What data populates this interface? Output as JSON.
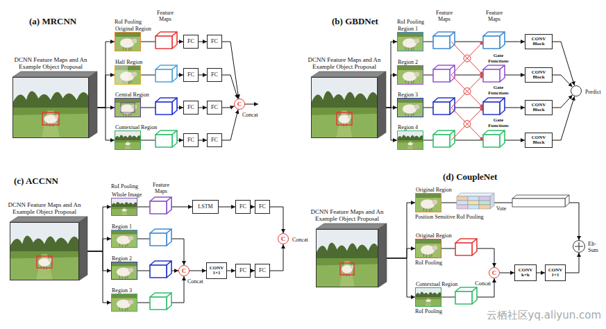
{
  "diagram": {
    "nodes": [
      {
        "text": [
          "DCNN Feature Maps and An Example Object Proposal"
        ]
      },
      {
        "text": [
          "Original Region"
        ]
      },
      {
        "text": [
          "Half Region"
        ]
      },
      {
        "text": [
          "Central Region"
        ]
      },
      {
        "text": [
          "Contextual Region"
        ]
      },
      {
        "text": [
          "FC"
        ]
      },
      {
        "text": [
          "FC"
        ]
      },
      {
        "text": [
          "FC"
        ]
      },
      {
        "text": [
          "FC"
        ]
      },
      {
        "text": [
          "FC"
        ]
      },
      {
        "text": [
          "FC"
        ]
      },
      {
        "text": [
          "FC"
        ]
      },
      {
        "text": [
          "FC"
        ]
      },
      {
        "text": [
          "C",
          "Concat"
        ]
      },
      {
        "text": [
          "DCNN Feature Maps and An Example Object Proposal"
        ]
      },
      {
        "text": [
          "Region 1"
        ]
      },
      {
        "text": [
          "Region 2"
        ]
      },
      {
        "text": [
          "Region 3"
        ]
      },
      {
        "text": [
          "Region 4"
        ]
      },
      {
        "text": [
          "CONV Block"
        ]
      },
      {
        "text": [
          "CONV Block"
        ]
      },
      {
        "text": [
          "CONV Block"
        ]
      },
      {
        "text": [
          "CONV Block"
        ]
      },
      {
        "text": [
          "Predict"
        ]
      },
      {
        "text": [
          "DCNN Feature Maps and An Example Object Proposal"
        ]
      },
      {
        "text": [
          "Whole Image"
        ]
      },
      {
        "text": [
          "Region 1"
        ]
      },
      {
        "text": [
          "Region 2"
        ]
      },
      {
        "text": [
          "Region 3"
        ]
      },
      {
        "text": [
          "LSTM"
        ]
      },
      {
        "text": [
          "FC"
        ]
      },
      {
        "text": [
          "FC"
        ]
      },
      {
        "text": [
          "C",
          "Concat"
        ]
      },
      {
        "text": [
          "CONV 1×1"
        ]
      },
      {
        "text": [
          "FC"
        ]
      },
      {
        "text": [
          "FC"
        ]
      },
      {
        "text": [
          "C",
          "Concat"
        ]
      },
      {
        "text": [
          "DCNN Feature Maps and An Example Object Proposal"
        ]
      },
      {
        "text": [
          "Original Region"
        ]
      },
      {
        "text": [
          "Original Region"
        ]
      },
      {
        "text": [
          "Contextual Region"
        ]
      },
      {
        "text": [
          "C",
          "Concat"
        ]
      },
      {
        "text": [
          "CONV k×k"
        ]
      },
      {
        "text": [
          "CONV 1×1"
        ]
      },
      {
        "text": [
          "Elt- Sum"
        ]
      }
    ],
    "edges": [
      {
        "from": 0,
        "to": 1,
        "arrow": "to"
      },
      {
        "from": 0,
        "to": 2,
        "arrow": "to"
      },
      {
        "from": 0,
        "to": 3,
        "arrow": "to"
      },
      {
        "from": 0,
        "to": 4,
        "arrow": "to"
      },
      {
        "from": 1,
        "to": 5,
        "arrow": "to"
      },
      {
        "from": 2,
        "to": 7,
        "arrow": "to"
      },
      {
        "from": 3,
        "to": 9,
        "arrow": "to"
      },
      {
        "from": 4,
        "to": 11,
        "arrow": "to"
      },
      {
        "from": 5,
        "to": 6,
        "arrow": "to"
      },
      {
        "from": 7,
        "to": 8,
        "arrow": "to"
      },
      {
        "from": 9,
        "to": 10,
        "arrow": "to"
      },
      {
        "from": 11,
        "to": 12,
        "arrow": "to"
      },
      {
        "from": 6,
        "to": 13,
        "arrow": "to"
      },
      {
        "from": 8,
        "to": 13,
        "arrow": "to"
      },
      {
        "from": 10,
        "to": 13,
        "arrow": "to"
      },
      {
        "from": 12,
        "to": 13,
        "arrow": "to"
      },
      {
        "from": 14,
        "to": 15,
        "arrow": "to"
      },
      {
        "from": 14,
        "to": 16,
        "arrow": "to"
      },
      {
        "from": 14,
        "to": 17,
        "arrow": "to"
      },
      {
        "from": 14,
        "to": 18,
        "arrow": "to"
      },
      {
        "from": 15,
        "to": 19,
        "arrow": "to"
      },
      {
        "from": 16,
        "to": 20,
        "arrow": "to"
      },
      {
        "from": 17,
        "to": 21,
        "arrow": "to"
      },
      {
        "from": 18,
        "to": 22,
        "arrow": "to"
      },
      {
        "from": 19,
        "to": 23,
        "arrow": "to"
      },
      {
        "from": 20,
        "to": 23,
        "arrow": "to"
      },
      {
        "from": 21,
        "to": 23,
        "arrow": "to"
      },
      {
        "from": 22,
        "to": 23,
        "arrow": "to"
      },
      {
        "from": 24,
        "to": 25,
        "arrow": "to"
      },
      {
        "from": 24,
        "to": 26,
        "arrow": "to"
      },
      {
        "from": 24,
        "to": 27,
        "arrow": "to"
      },
      {
        "from": 24,
        "to": 28,
        "arrow": "to"
      },
      {
        "from": 25,
        "to": 29,
        "arrow": "to"
      },
      {
        "from": 29,
        "to": 30,
        "arrow": "to"
      },
      {
        "from": 30,
        "to": 31,
        "arrow": "to"
      },
      {
        "from": 31,
        "to": 36,
        "arrow": "to"
      },
      {
        "from": 26,
        "to": 32,
        "arrow": "to"
      },
      {
        "from": 27,
        "to": 32,
        "arrow": "to"
      },
      {
        "from": 28,
        "to": 32,
        "arrow": "to"
      },
      {
        "from": 32,
        "to": 33,
        "arrow": "to"
      },
      {
        "from": 33,
        "to": 34,
        "arrow": "to"
      },
      {
        "from": 34,
        "to": 35,
        "arrow": "to"
      },
      {
        "from": 35,
        "to": 36,
        "arrow": "to"
      },
      {
        "from": 37,
        "to": 38,
        "arrow": "to"
      },
      {
        "from": 37,
        "to": 39,
        "arrow": "to"
      },
      {
        "from": 37,
        "to": 40,
        "arrow": "to"
      },
      {
        "from": 38,
        "to": 44,
        "arrow": "to"
      },
      {
        "from": 39,
        "to": 41,
        "arrow": "to"
      },
      {
        "from": 40,
        "to": 41,
        "arrow": "to"
      },
      {
        "from": 41,
        "to": 42,
        "arrow": "to"
      },
      {
        "from": 42,
        "to": 43,
        "arrow": "to"
      },
      {
        "from": 43,
        "to": 44,
        "arrow": "to"
      }
    ],
    "labels": [
      "(a) MRCNN",
      "RoI Pooling",
      "Feature Maps",
      "(b) GBDNet",
      "RoI Pooling",
      "Feature Maps",
      "Feature Maps",
      "Gate Functions",
      "Gate Functions",
      "Gate Functions",
      "(c) ACCNN",
      "RoI Pooling",
      "Feature Maps",
      "(d) CoupleNet",
      "Position Sensitive RoI Pooling",
      "Vote",
      "RoI Pooling",
      "RoI Pooling",
      "云栖社区yq.aliyun.com"
    ]
  }
}
